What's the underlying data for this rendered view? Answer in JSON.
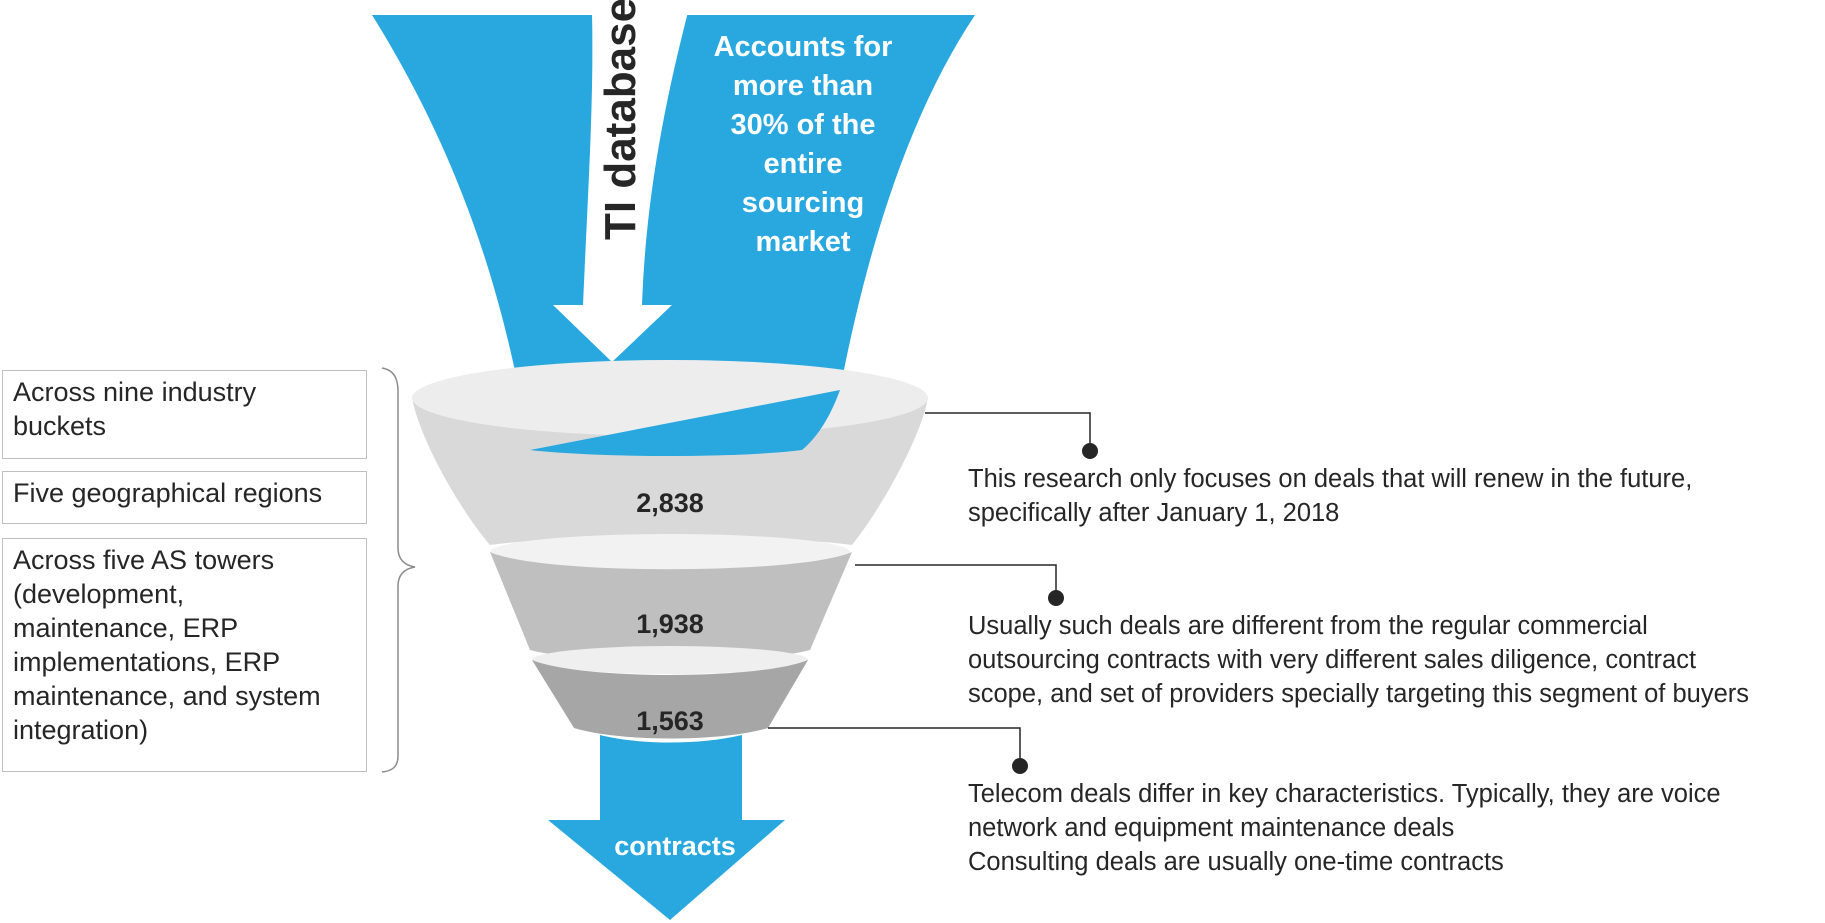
{
  "source": {
    "label": "TI database",
    "note_lines": [
      "Accounts for",
      "more than",
      "30% of the",
      "entire",
      "sourcing",
      "market"
    ]
  },
  "funnel": {
    "stage_values": [
      "2,838",
      "1,938",
      "1,563"
    ],
    "output_label": "contracts"
  },
  "criteria": {
    "items": [
      {
        "lines": [
          "Across nine industry",
          "buckets"
        ]
      },
      {
        "lines": [
          "Five geographical regions"
        ]
      },
      {
        "lines": [
          "Across five AS towers",
          "(development,",
          "maintenance, ERP",
          "implementations, ERP",
          "maintenance, and system",
          "integration)"
        ]
      }
    ]
  },
  "notes": [
    {
      "lines": [
        "This research only focuses on deals that will renew in the future,",
        "specifically after January 1, 2018"
      ]
    },
    {
      "lines": [
        "Usually such deals are different from the regular commercial",
        "outsourcing contracts with very different sales diligence, contract",
        "scope, and set of providers specially targeting this segment of buyers"
      ]
    },
    {
      "lines": [
        "Telecom deals differ in key characteristics. Typically, they are voice",
        "network and equipment maintenance deals",
        "Consulting deals are usually one-time contracts"
      ]
    }
  ],
  "colors": {
    "blue": "#29A8E0",
    "funnel_light": "#D9D9D9",
    "funnel_mid": "#BFBFBF",
    "funnel_dark": "#A6A6A6",
    "text": "#262626"
  }
}
